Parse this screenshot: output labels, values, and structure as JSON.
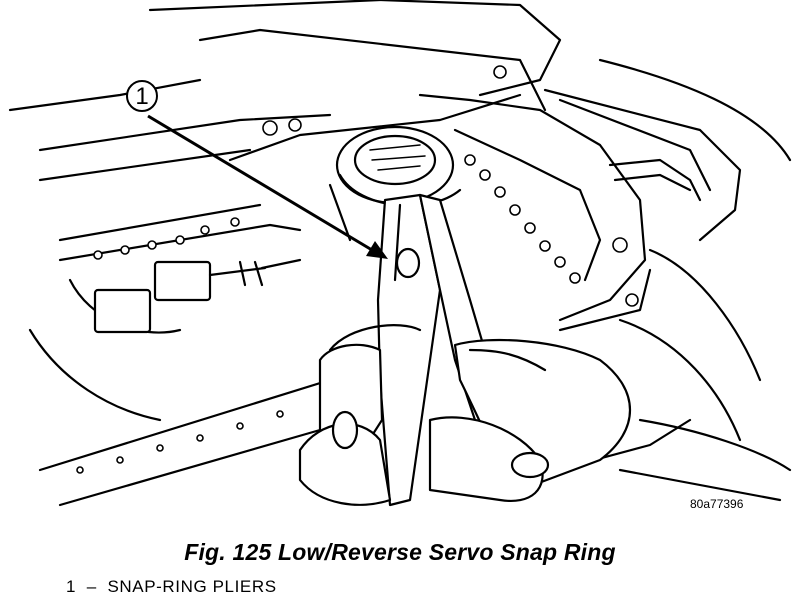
{
  "figure": {
    "caption": "Fig. 125 Low/Reverse Servo Snap Ring",
    "image_code": "80a77396",
    "callouts": [
      {
        "number": "1",
        "label": "SNAP-RING PLIERS"
      }
    ]
  },
  "legend": {
    "number": "1",
    "separator": "–",
    "text": "SNAP-RING PLIERS"
  }
}
